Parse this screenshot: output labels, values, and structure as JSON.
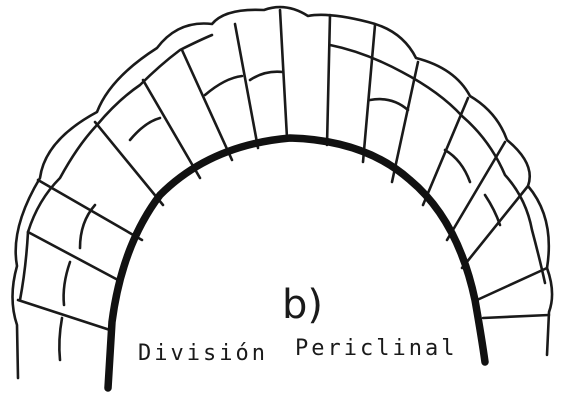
{
  "panel_label": "b)",
  "caption": {
    "word1": "División",
    "word2": "Periclinal"
  }
}
